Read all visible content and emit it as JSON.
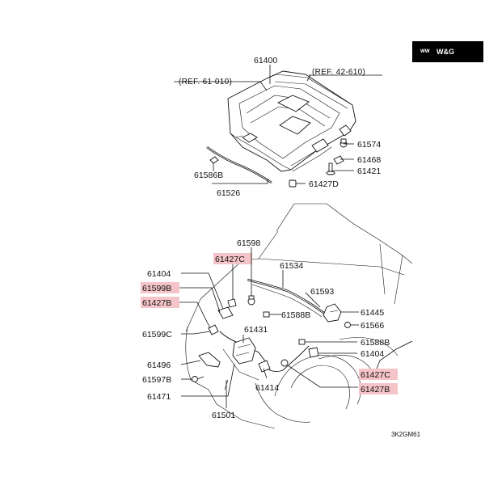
{
  "logo": {
    "mark": "ᵂᵂ",
    "text": "W&G"
  },
  "refs": {
    "ref_left": "(REF. 61-010)",
    "ref_right": "(REF. 42-610)"
  },
  "parts": {
    "p61400": "61400",
    "p61574": "61574",
    "p61468": "61468",
    "p61421": "61421",
    "p61586B": "61586B",
    "p61526": "61526",
    "p61427D": "61427D",
    "p61598": "61598",
    "p61427C_top": "61427C",
    "p61404_left": "61404",
    "p61534": "61534",
    "p61599B": "61599B",
    "p61593": "61593",
    "p61427B_left": "61427B",
    "p61588B_mid": "61588B",
    "p61445": "61445",
    "p61566": "61566",
    "p61599C": "61599C",
    "p61431": "61431",
    "p61588B_right": "61588B",
    "p61404_right": "61404",
    "p61496": "61496",
    "p61427C_right": "61427C",
    "p61597B": "61597B",
    "p61414": "61414",
    "p61427B_right": "61427B",
    "p61471": "61471",
    "p61501": "61501"
  },
  "code": "3K2GM61"
}
